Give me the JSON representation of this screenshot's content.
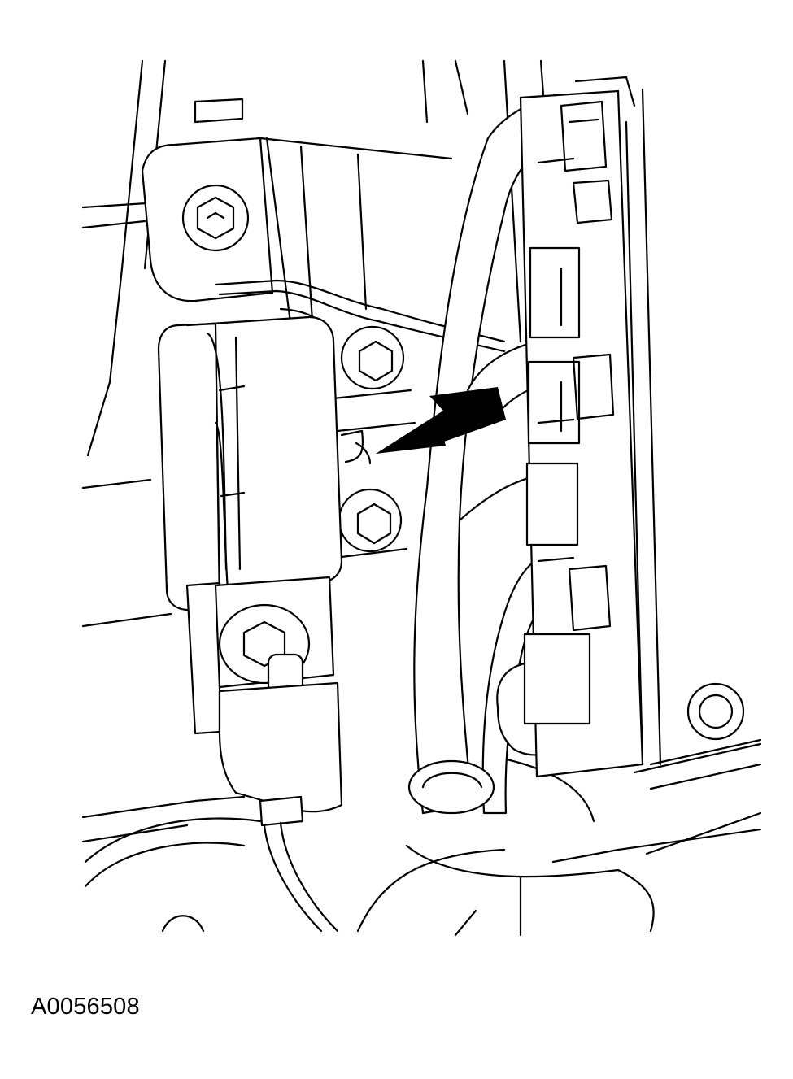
{
  "figure": {
    "id_label": "A0056508",
    "style": "black line-art service manual illustration",
    "line_color": "#000000",
    "background_color": "#ffffff",
    "callout_arrow_icon": "arrow-pointing-left-down"
  }
}
